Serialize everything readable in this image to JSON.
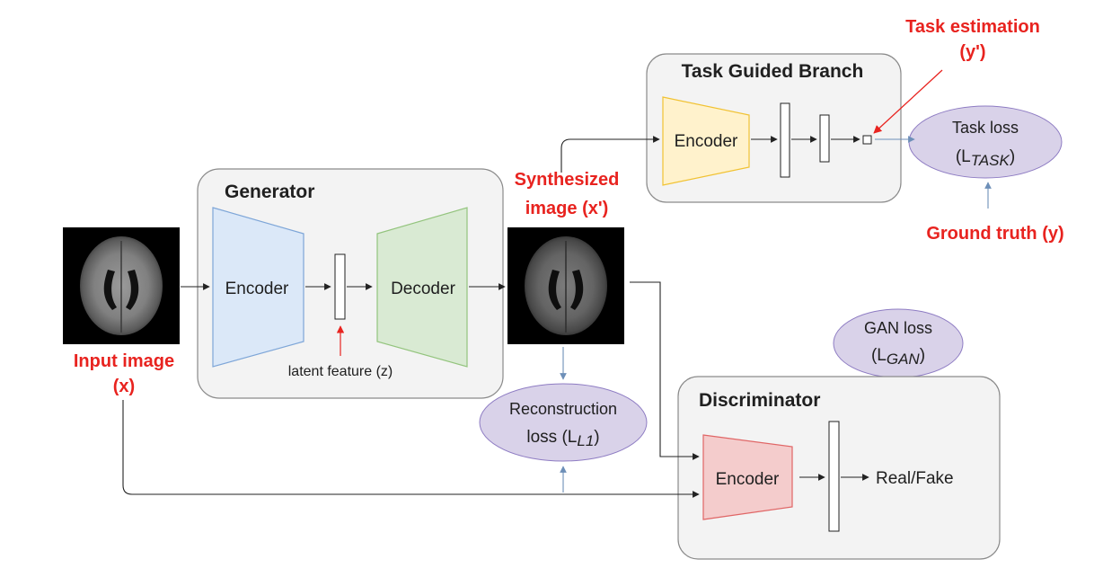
{
  "generator": {
    "title": "Generator",
    "encoder": "Encoder",
    "decoder": "Decoder",
    "latent": "latent feature (z)"
  },
  "task_branch": {
    "title": "Task Guided Branch",
    "encoder": "Encoder"
  },
  "discriminator": {
    "title": "Discriminator",
    "encoder": "Encoder",
    "output": "Real/Fake"
  },
  "labels": {
    "input_line1": "Input image",
    "input_line2": "(x)",
    "synth_line1": "Synthesized",
    "synth_line2": "image (x')",
    "task_est_line1": "Task estimation",
    "task_est_line2": "(y')",
    "ground_truth": "Ground truth (y)"
  },
  "losses": {
    "task": {
      "line1": "Task loss",
      "line2": "(L",
      "sub": "TASK",
      "close": ")"
    },
    "gan": {
      "line1": "GAN loss",
      "line2": "(L",
      "sub": "GAN",
      "close": ")"
    },
    "recon": {
      "line1": "Reconstruction",
      "line2": "loss (L",
      "sub": "L1",
      "close": ")"
    }
  },
  "colors": {
    "red": "#e8231f",
    "encoder_blue": "#dbe8f8",
    "decoder_green": "#d9ead3",
    "encoder_yellow": "#fff2cc",
    "encoder_pink": "#f4cccc",
    "loss_purple": "#d9d2e9",
    "panel_gray": "#f3f3f3"
  },
  "icons": {
    "brain": "brain-mri-icon"
  }
}
